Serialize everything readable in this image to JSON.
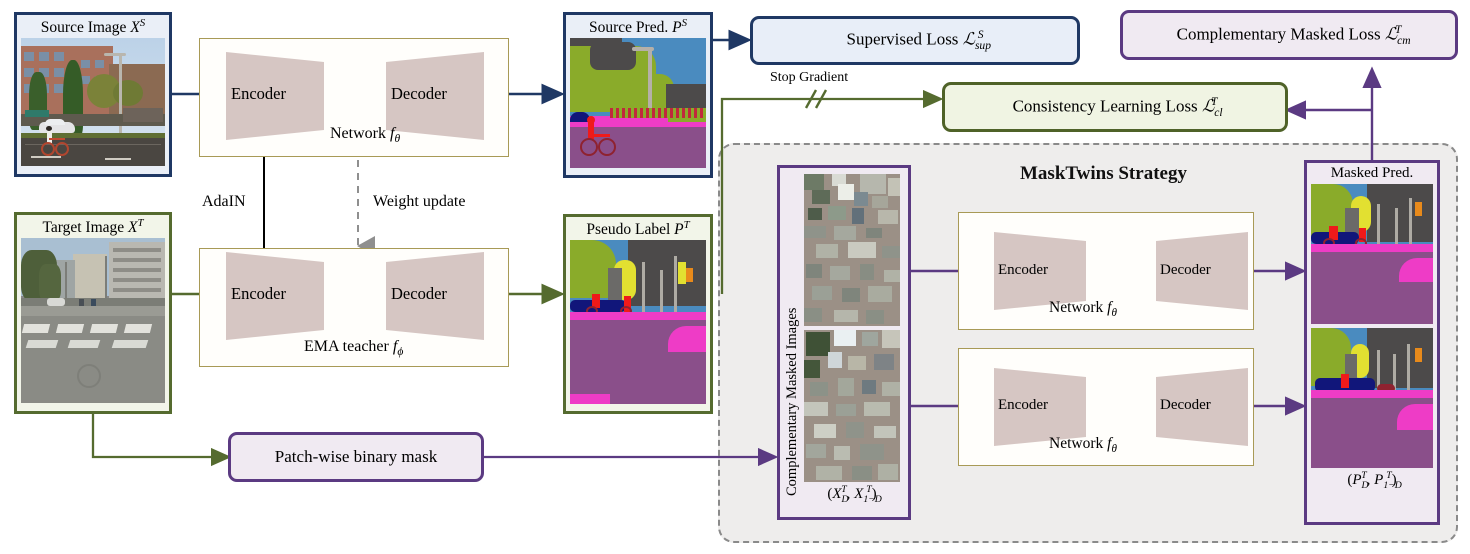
{
  "diagram": {
    "title": "MaskTwins Strategy domain-adaptive segmentation pipeline",
    "colors": {
      "source_blue": "#1f3864",
      "target_green": "#556b2f",
      "mask_purple": "#5b3a82",
      "network_border": "#a89a56",
      "trapezoid_fill": "#d6c6c3",
      "dashed_gray": "#8a8a8a",
      "panel_blue_fill": "#eaeff7",
      "panel_green_fill": "#f2f5e9",
      "panel_purple_fill": "#f0eaf2"
    }
  },
  "panels": {
    "source_image": {
      "title": "Source Image Xˢ",
      "title_main": "Source Image",
      "title_sup": "S",
      "title_var": "X"
    },
    "target_image": {
      "title_main": "Target Image",
      "title_var": "X",
      "title_sup": "T"
    },
    "source_pred": {
      "title_main": "Source Pred.",
      "title_var": "P",
      "title_sup": "S"
    },
    "pseudo_label": {
      "title_main": "Pseudo Label",
      "title_var": "P",
      "title_sup": "T"
    },
    "masked_images": {
      "vertical_label": "Complementary Masked Images",
      "caption_open": "(",
      "caption_var1": "X",
      "caption_sub1": "D",
      "caption_sup1": "T",
      "caption_comma": ", ",
      "caption_var2": "X",
      "caption_sub2": "1−D",
      "caption_sup2": "T",
      "caption_close": ")"
    },
    "masked_pred": {
      "title": "Masked Pred.",
      "caption_open": "(",
      "caption_var1": "P",
      "caption_sub1": "D",
      "caption_sup1": "T",
      "caption_comma": ", ",
      "caption_var2": "P",
      "caption_sub2": "1−D",
      "caption_sup2": "T",
      "caption_close": ")"
    }
  },
  "networks": {
    "student": {
      "encoder": "Encoder",
      "decoder": "Decoder",
      "label_prefix": "Network ",
      "label_fn": "f",
      "label_sub": "θ"
    },
    "teacher": {
      "encoder": "Encoder",
      "decoder": "Decoder",
      "label_prefix": "EMA teacher ",
      "label_fn": "f",
      "label_sub": "ϕ"
    },
    "mask_top": {
      "encoder": "Encoder",
      "decoder": "Decoder",
      "label_prefix": "Network ",
      "label_fn": "f",
      "label_sub": "θ"
    },
    "mask_bottom": {
      "encoder": "Encoder",
      "decoder": "Decoder",
      "label_prefix": "Network ",
      "label_fn": "f",
      "label_sub": "θ"
    }
  },
  "losses": {
    "supervised": {
      "text": "Supervised Loss ",
      "symbol": "ℒ",
      "sub": "sup",
      "sup": "S"
    },
    "consistency": {
      "text": "Consistency Learning Loss ",
      "symbol": "ℒ",
      "sub": "cl",
      "sup": "T"
    },
    "complementary": {
      "text": "Complementary Masked Loss ",
      "symbol": "ℒ",
      "sub": "cm",
      "sup": "T"
    }
  },
  "boxes": {
    "patch_mask": "Patch-wise binary mask"
  },
  "labels": {
    "adain": "AdaIN",
    "weight_update": "Weight update",
    "stop_gradient": "Stop Gradient",
    "stop_gradient_mark": "//",
    "masktwins_title": "MaskTwins Strategy"
  }
}
